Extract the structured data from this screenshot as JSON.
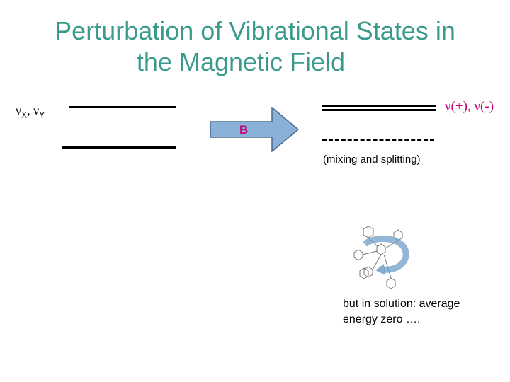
{
  "slide": {
    "title_line1": "Perturbation of Vibrational States in",
    "title_line2": "the Magnetic Field",
    "left_label_nu": "ν",
    "left_label_x": "X",
    "left_label_sep": ", ν",
    "left_label_y": "Y",
    "right_label": "ν(+), ν(-)",
    "arrow_label": "B",
    "caption": "(mixing and splitting)",
    "note_line1": "but in solution: average",
    "note_line2": "energy zero …."
  },
  "colors": {
    "title": "#3a9a8c",
    "accent": "#c8007a",
    "arrow_fill": "#8ab2d8"
  },
  "icons": {
    "arrow": "block-right-arrow",
    "molecule": "rotating-molecule-icon"
  }
}
